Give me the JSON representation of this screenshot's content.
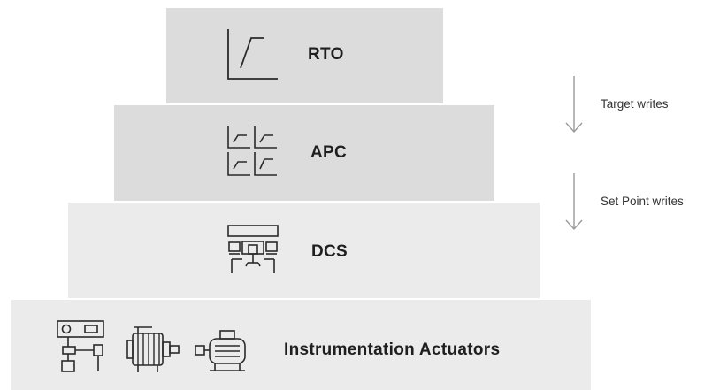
{
  "colors": {
    "tier_dark": "#dcdcdc",
    "tier_light": "#ebebeb",
    "stroke": "#2a2a2a",
    "arrow": "#9a9a9a"
  },
  "tiers": [
    {
      "label": "RTO",
      "icon": "step-response-icon"
    },
    {
      "label": "APC",
      "icon": "multi-step-response-icon"
    },
    {
      "label": "DCS",
      "icon": "control-console-icon"
    },
    {
      "label": "Instrumentation Actuators",
      "icon": "instrument-valve-motor-pump-icons"
    }
  ],
  "annotations": [
    {
      "text": "Target writes",
      "icon": "down-arrow-icon"
    },
    {
      "text": "Set Point writes",
      "icon": "down-arrow-icon"
    }
  ]
}
